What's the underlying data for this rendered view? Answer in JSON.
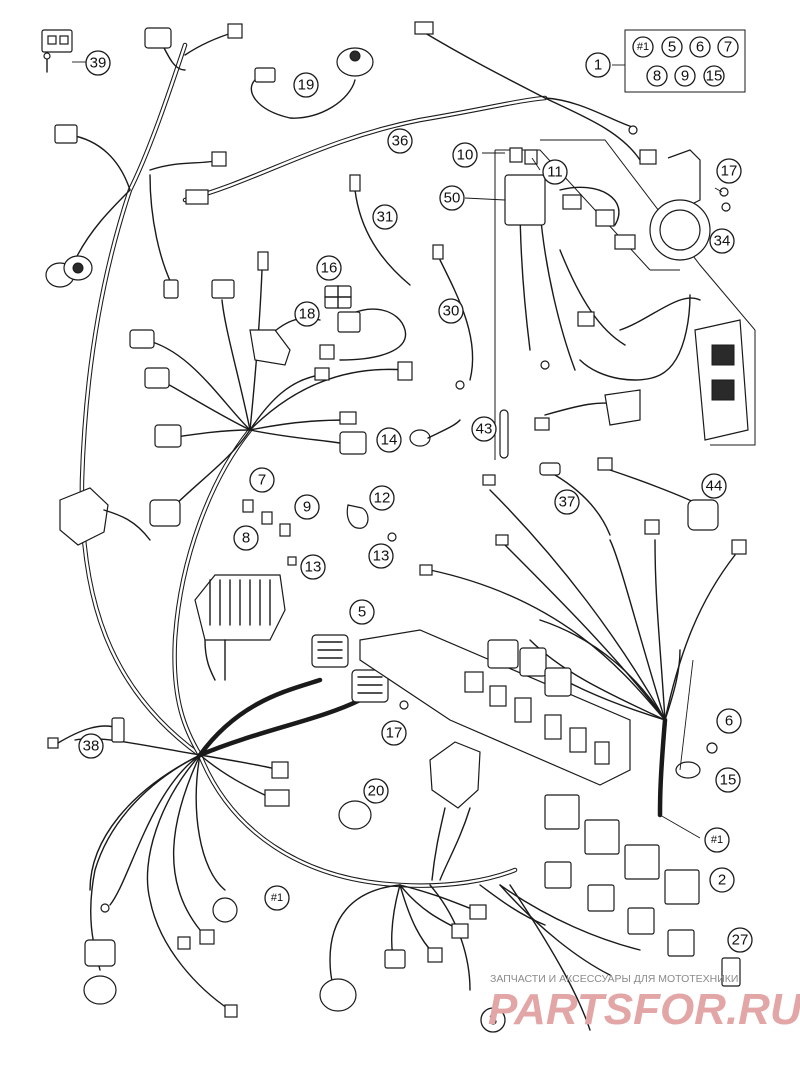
{
  "callouts": [
    {
      "id": "c1",
      "label": "1"
    },
    {
      "id": "c2",
      "label": "2"
    },
    {
      "id": "c3",
      "label": "3"
    },
    {
      "id": "c5",
      "label": "5"
    },
    {
      "id": "c6",
      "label": "6"
    },
    {
      "id": "c7",
      "label": "7"
    },
    {
      "id": "c8",
      "label": "8"
    },
    {
      "id": "c9",
      "label": "9"
    },
    {
      "id": "c10",
      "label": "10"
    },
    {
      "id": "c11",
      "label": "11"
    },
    {
      "id": "c12",
      "label": "12"
    },
    {
      "id": "c13a",
      "label": "13"
    },
    {
      "id": "c13b",
      "label": "13"
    },
    {
      "id": "c14",
      "label": "14"
    },
    {
      "id": "c15",
      "label": "15"
    },
    {
      "id": "c16",
      "label": "16"
    },
    {
      "id": "c17a",
      "label": "17"
    },
    {
      "id": "c17b",
      "label": "17"
    },
    {
      "id": "c18",
      "label": "18"
    },
    {
      "id": "c19",
      "label": "19"
    },
    {
      "id": "c20",
      "label": "20"
    },
    {
      "id": "c27",
      "label": "27"
    },
    {
      "id": "c30",
      "label": "30"
    },
    {
      "id": "c31",
      "label": "31"
    },
    {
      "id": "c34",
      "label": "34"
    },
    {
      "id": "c36",
      "label": "36"
    },
    {
      "id": "c37",
      "label": "37"
    },
    {
      "id": "c38",
      "label": "38"
    },
    {
      "id": "c39",
      "label": "39"
    },
    {
      "id": "c43",
      "label": "43"
    },
    {
      "id": "c44",
      "label": "44"
    },
    {
      "id": "c50",
      "label": "50"
    },
    {
      "id": "h1a",
      "label": "#1"
    },
    {
      "id": "h1b",
      "label": "#1"
    }
  ],
  "kit_box": [
    "#1",
    "5",
    "6",
    "7",
    "8",
    "9",
    "15"
  ],
  "watermark": {
    "text": "ЗАПЧАСТИ И АКСЕССУАРЫ ДЛЯ МОТОТЕХНИКИ",
    "logo": "PARTSFOR.RU"
  }
}
